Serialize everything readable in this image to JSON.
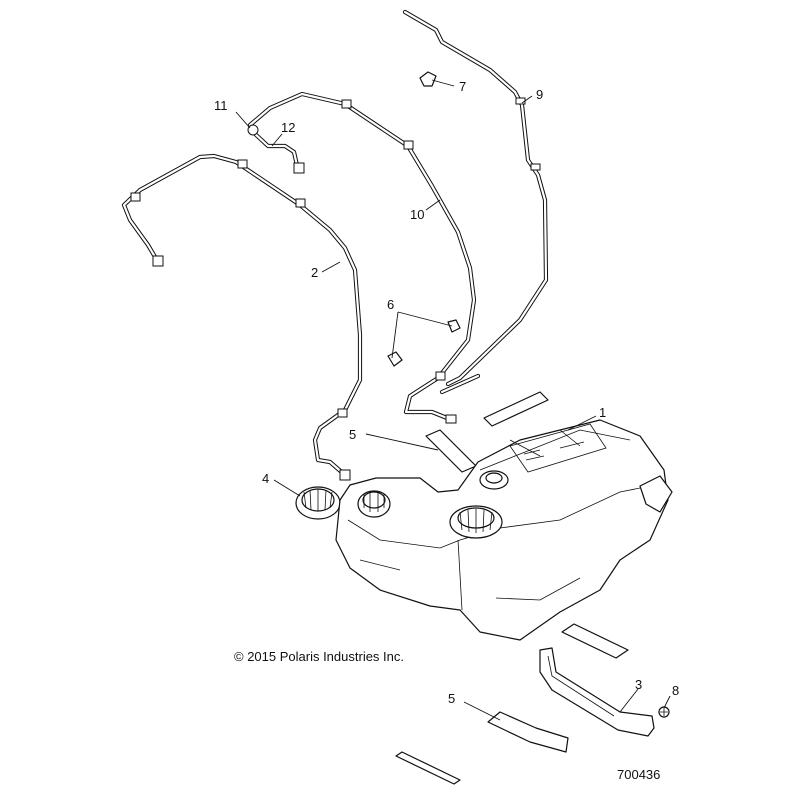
{
  "callouts": {
    "c1": "1",
    "c2": "2",
    "c3": "3",
    "c4": "4",
    "c5a": "5",
    "c5b": "5",
    "c6": "6",
    "c7": "7",
    "c8": "8",
    "c9": "9",
    "c10": "10",
    "c11": "11",
    "c12": "12"
  },
  "copyright": "© 2015 Polaris Industries Inc.",
  "drawing_number": "700436"
}
